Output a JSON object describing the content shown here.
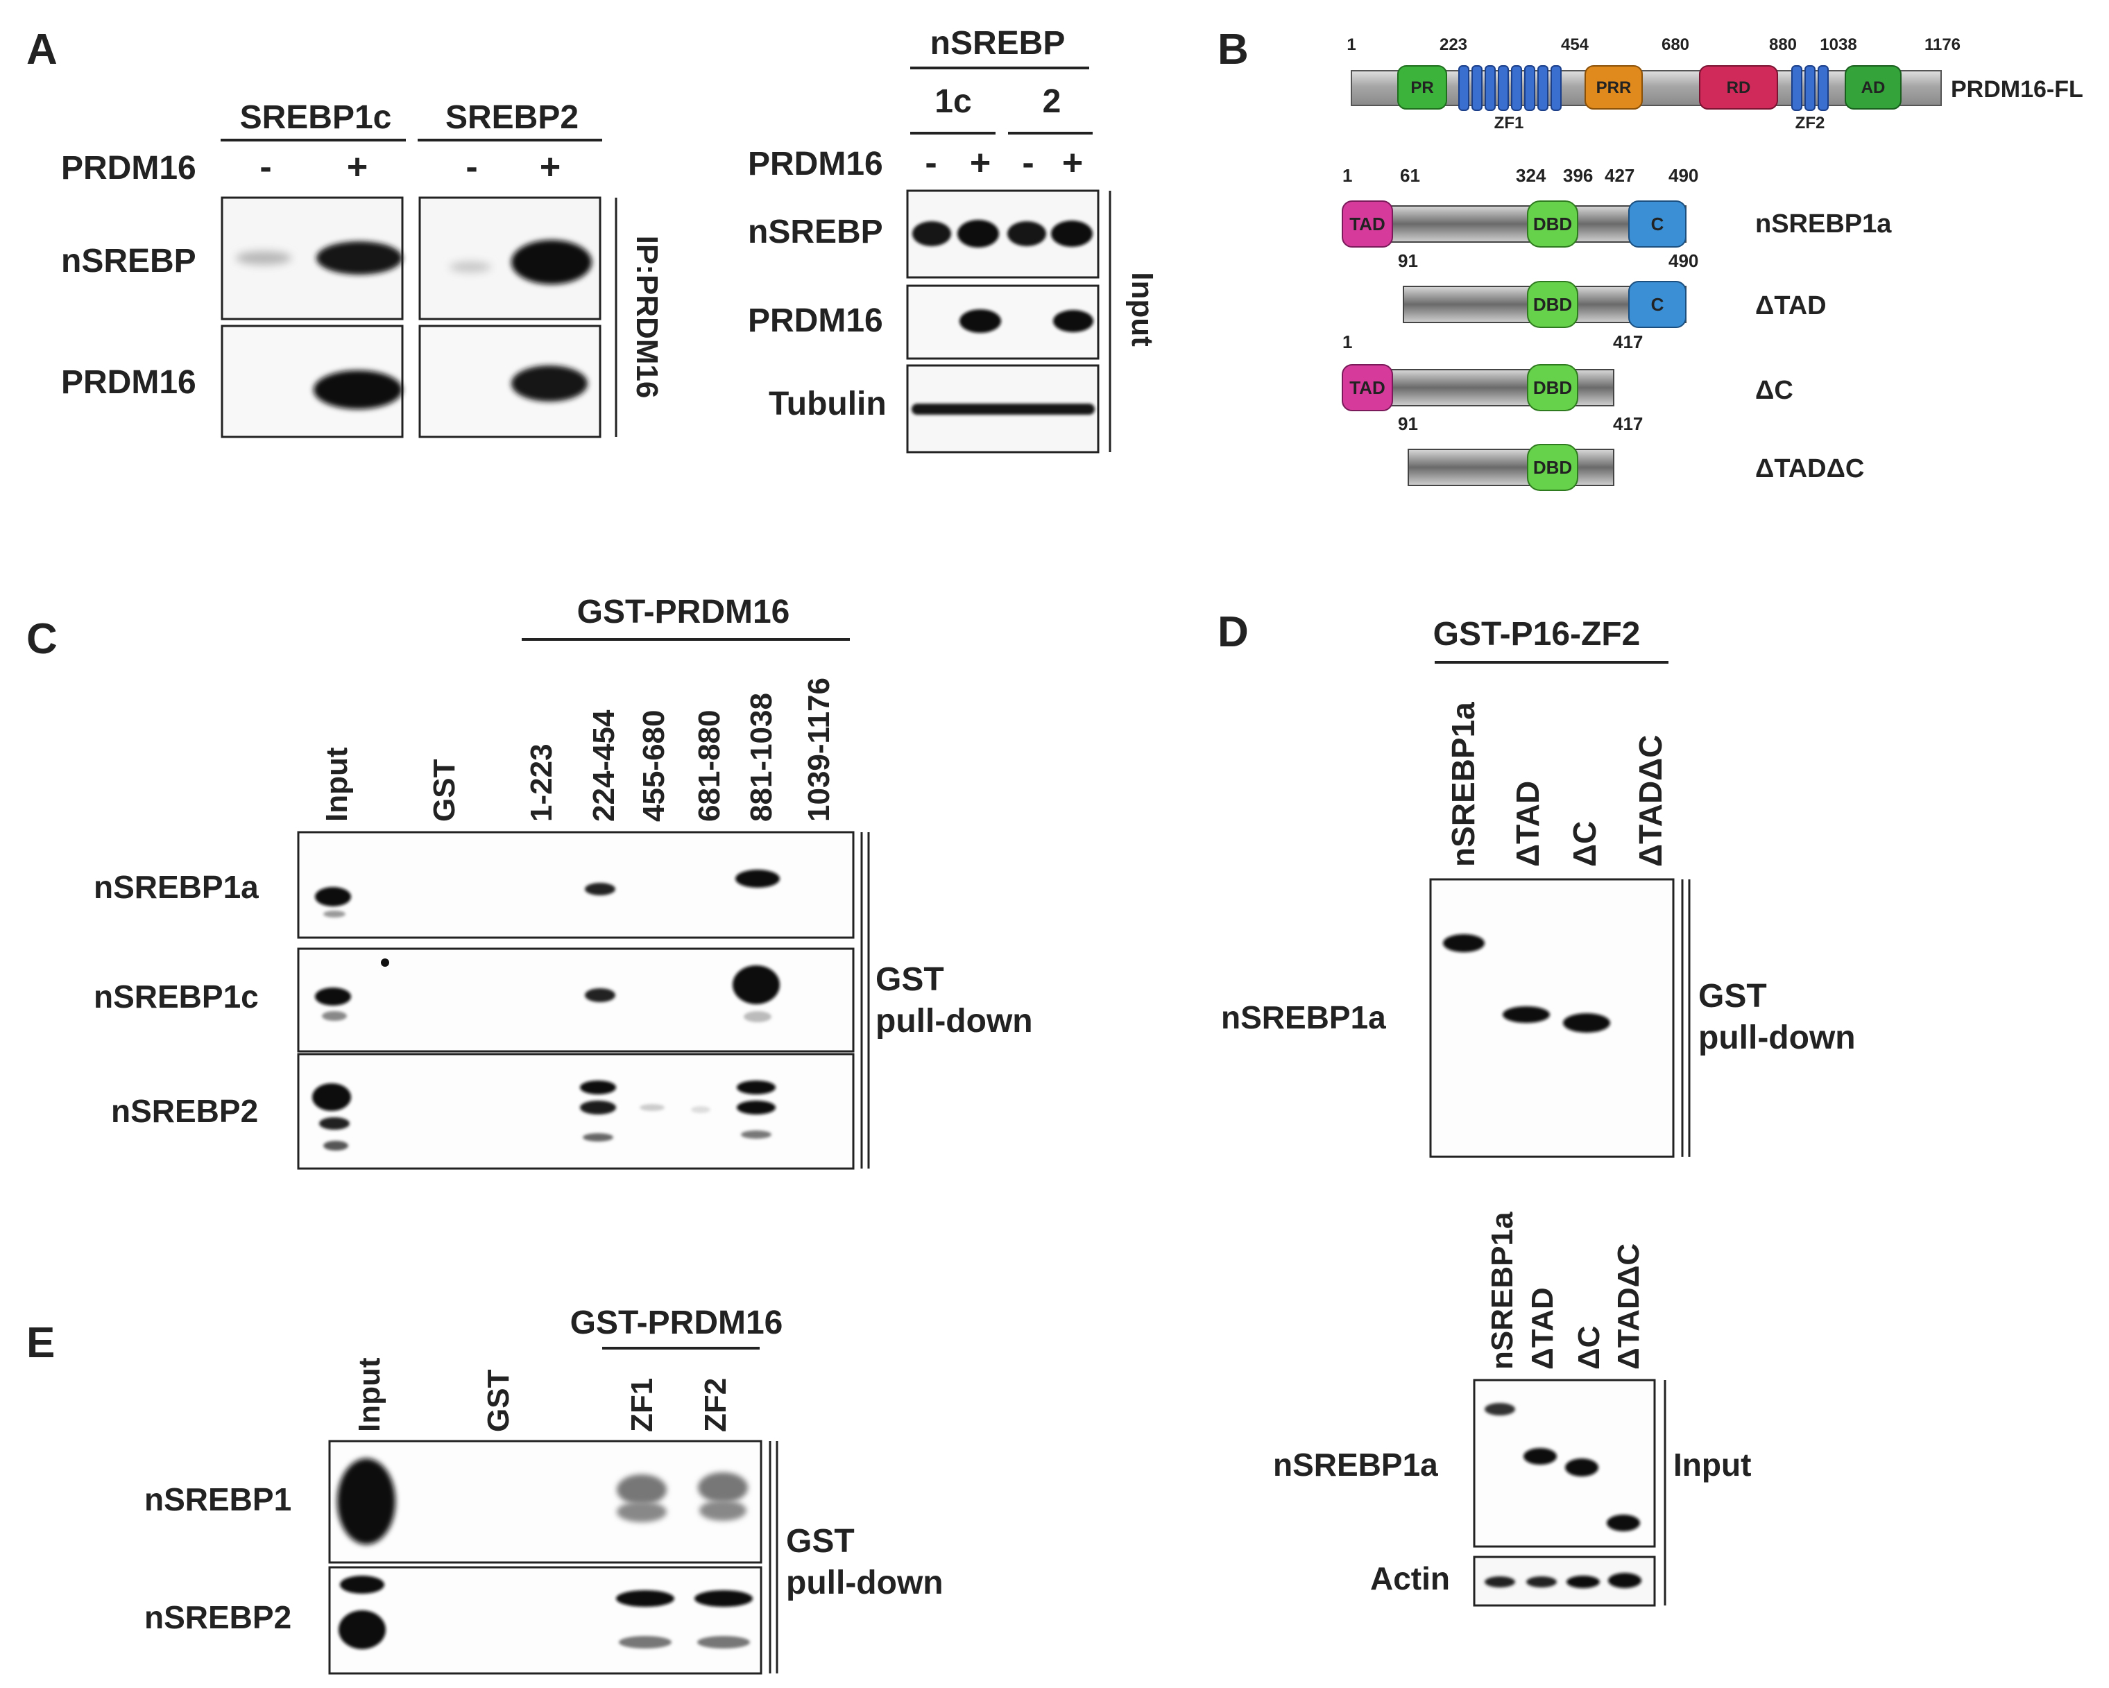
{
  "panelA": {
    "letter": "A",
    "ip": {
      "groups": [
        "SREBP1c",
        "SREBP2"
      ],
      "prdm_label": "PRDM16",
      "signs": [
        "-",
        "+",
        "-",
        "+"
      ],
      "rows": [
        "nSREBP",
        "PRDM16"
      ],
      "side_label": "IP:PRDM16"
    },
    "input": {
      "header": "nSREBP",
      "groups": [
        "1c",
        "2"
      ],
      "prdm_label": "PRDM16",
      "signs": [
        "-",
        "+",
        "-",
        "+"
      ],
      "rows": [
        "nSREBP",
        "PRDM16",
        "Tubulin"
      ],
      "side_label": "Input"
    }
  },
  "panelB": {
    "letter": "B",
    "prdm16": {
      "name": "PRDM16-FL",
      "positions": [
        "1",
        "223",
        "454",
        "680",
        "880",
        "1038",
        "1176"
      ],
      "domains": [
        "PR",
        "PRR",
        "RD",
        "AD"
      ],
      "zf_labels": [
        "ZF1",
        "ZF2"
      ]
    },
    "constructs": [
      {
        "name": "nSREBP1a",
        "numbers": [
          "1",
          "61",
          "324",
          "396",
          "427",
          "490"
        ],
        "domains": [
          "TAD",
          "DBD",
          "C"
        ]
      },
      {
        "name": "ΔTAD",
        "numbers": [
          "91",
          "490"
        ],
        "domains": [
          "DBD",
          "C"
        ]
      },
      {
        "name": "ΔC",
        "numbers": [
          "1",
          "417"
        ],
        "domains": [
          "TAD",
          "DBD"
        ]
      },
      {
        "name": "ΔTADΔC",
        "numbers": [
          "91",
          "417"
        ],
        "domains": [
          "DBD"
        ]
      }
    ],
    "colors": {
      "PR": "#3cb43c",
      "PRR": "#e08a1e",
      "RD": "#d02a5a",
      "AD": "#33a33a",
      "ZF": "#3a6fd0",
      "TAD": "#d63a9a",
      "DBD": "#66d14a",
      "C": "#3b8fd4"
    }
  },
  "panelC": {
    "letter": "C",
    "header": "GST-PRDM16",
    "lanes": [
      "Input",
      "GST",
      "1-223",
      "224-454",
      "455-680",
      "681-880",
      "881-1038",
      "1039-1176"
    ],
    "rows": [
      "nSREBP1a",
      "nSREBP1c",
      "nSREBP2"
    ],
    "side_label_1": "GST",
    "side_label_2": "pull-down"
  },
  "panelD": {
    "letter": "D",
    "header": "GST-P16-ZF2",
    "lanes": [
      "nSREBP1a",
      "ΔTAD",
      "ΔC",
      "ΔTADΔC"
    ],
    "row": "nSREBP1a",
    "side_label_1": "GST",
    "side_label_2": "pull-down",
    "input_lanes": [
      "nSREBP1a",
      "ΔTAD",
      "ΔC",
      "ΔTADΔC"
    ],
    "input_rows": [
      "nSREBP1a",
      "Actin"
    ],
    "input_label": "Input"
  },
  "panelE": {
    "letter": "E",
    "header": "GST-PRDM16",
    "lanes": [
      "Input",
      "GST",
      "ZF1",
      "ZF2"
    ],
    "rows": [
      "nSREBP1",
      "nSREBP2"
    ],
    "side_label_1": "GST",
    "side_label_2": "pull-down"
  }
}
